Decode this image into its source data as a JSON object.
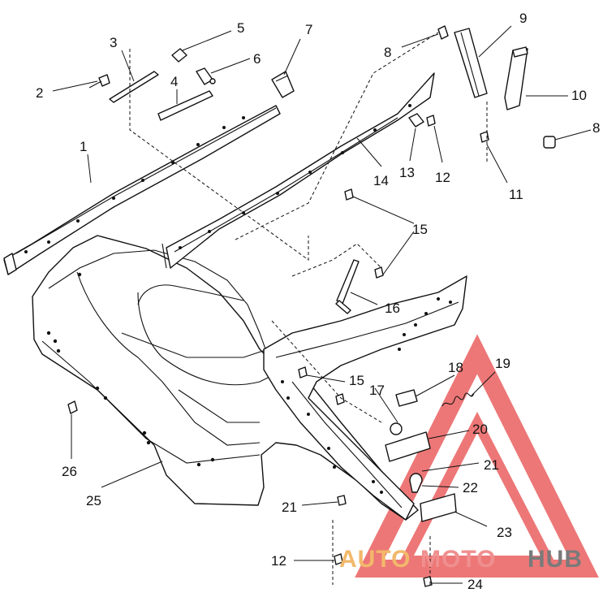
{
  "callouts": [
    {
      "id": "c1",
      "text": "1"
    },
    {
      "id": "c2",
      "text": "2"
    },
    {
      "id": "c3",
      "text": "3"
    },
    {
      "id": "c4",
      "text": "4"
    },
    {
      "id": "c5",
      "text": "5"
    },
    {
      "id": "c6",
      "text": "6"
    },
    {
      "id": "c7",
      "text": "7"
    },
    {
      "id": "c8a",
      "text": "8"
    },
    {
      "id": "c8b",
      "text": "8"
    },
    {
      "id": "c9",
      "text": "9"
    },
    {
      "id": "c10",
      "text": "10"
    },
    {
      "id": "c11",
      "text": "11"
    },
    {
      "id": "c12a",
      "text": "12"
    },
    {
      "id": "c12b",
      "text": "12"
    },
    {
      "id": "c13",
      "text": "13"
    },
    {
      "id": "c14",
      "text": "14"
    },
    {
      "id": "c15a",
      "text": "15"
    },
    {
      "id": "c15b",
      "text": "15"
    },
    {
      "id": "c16",
      "text": "16"
    },
    {
      "id": "c17",
      "text": "17"
    },
    {
      "id": "c18",
      "text": "18"
    },
    {
      "id": "c19",
      "text": "19"
    },
    {
      "id": "c20",
      "text": "20"
    },
    {
      "id": "c21a",
      "text": "21"
    },
    {
      "id": "c21b",
      "text": "21"
    },
    {
      "id": "c22",
      "text": "22"
    },
    {
      "id": "c23",
      "text": "23"
    },
    {
      "id": "c24",
      "text": "24"
    },
    {
      "id": "c25",
      "text": "25"
    },
    {
      "id": "c26",
      "text": "26"
    }
  ],
  "watermark": {
    "part1": "AUTO",
    "part2": "MOTO",
    "part3": "HUB",
    "colors": {
      "auto": "#f2b86a",
      "moto": "#f08f8f",
      "hub": "#7a7a7a",
      "triangle": "#e84a4a"
    }
  }
}
